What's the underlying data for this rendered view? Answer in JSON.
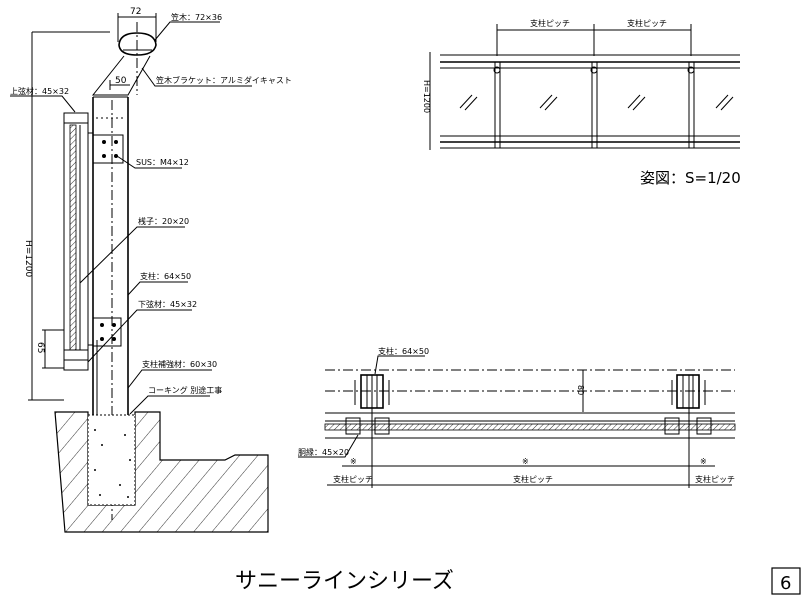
{
  "section_view": {
    "dim_handrail_width": "72",
    "dim_bracket_offset": "50",
    "dim_height": "H=1200",
    "dim_bottom": "65",
    "labels": {
      "handrail": "笠木：72×36",
      "bracket": "笠木ブラケット：アルミダイキャスト",
      "top_chord": "上弦材：45×32",
      "screw": "SUS：M4×12",
      "baluster": "桟子：20×20",
      "post": "支柱：64×50",
      "bottom_chord": "下弦材：45×32",
      "post_reinforcement": "支柱補強材：60×30",
      "caulking": "コーキング 別途工事"
    }
  },
  "elevation_view": {
    "pitch_labels": [
      "支柱ピッチ",
      "支柱ピッチ"
    ],
    "dim_height": "H=1200",
    "scale_caption": "姿図：S=1/20"
  },
  "plan_view": {
    "post_label": "支柱：64×50",
    "frame_label": "胴縁：45×20",
    "dim_depth": "80",
    "marks": [
      "※",
      "※",
      "※"
    ],
    "pitch_labels": [
      "支柱ピッチ",
      "支柱ピッチ",
      "支柱ピッチ"
    ]
  },
  "footer": {
    "series_title": "サニーラインシリーズ",
    "page_number": "6"
  }
}
